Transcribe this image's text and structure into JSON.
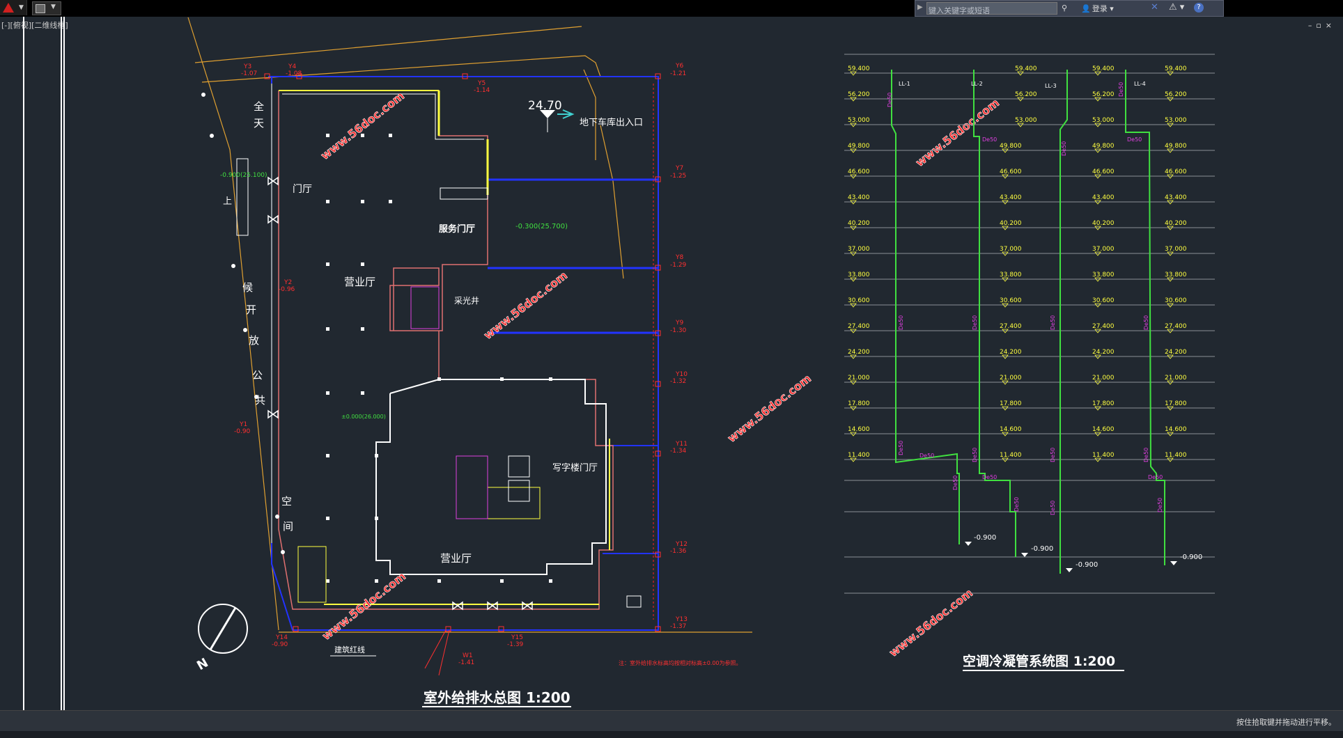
{
  "toolbar": {
    "app_menu_icon": "autocad-logo-icon",
    "quick_access_icon": "new-file-icon",
    "search_placeholder": "键入关键字或短语",
    "login_label": "登录",
    "help_icon": "help-icon"
  },
  "viewport": {
    "label": "[-][俯视][二维线框]",
    "window_controls": [
      "–",
      "▫",
      "×"
    ]
  },
  "drawing_left": {
    "title": "室外给排水总图  1:200",
    "rooms": [
      "门厅",
      "营业厅",
      "服务门厅",
      "采光井",
      "写字楼门厅",
      "营业厅"
    ],
    "vertical_labels": [
      "全",
      "天",
      "候",
      "开",
      "放",
      "公",
      "共",
      "空",
      "间"
    ],
    "side_label": "上",
    "garage_label": "地下车库出入口",
    "elevation_main": "24.70",
    "green_levels": [
      "-0.900(25.100)",
      "-0.300(25.700)",
      "±0.000(26.000)"
    ],
    "wells": [
      {
        "id": "Y3",
        "level": "-1.07"
      },
      {
        "id": "Y4",
        "level": "-1.08"
      },
      {
        "id": "Y5",
        "level": "-1.14"
      },
      {
        "id": "Y6",
        "level": "-1.21"
      },
      {
        "id": "Y7",
        "level": "-1.25"
      },
      {
        "id": "Y8",
        "level": "-1.29"
      },
      {
        "id": "Y9",
        "level": "-1.30"
      },
      {
        "id": "Y2",
        "level": "-0.96"
      },
      {
        "id": "Y10",
        "level": "-1.32"
      },
      {
        "id": "Y11",
        "level": "-1.34"
      },
      {
        "id": "Y1",
        "level": "-0.90"
      },
      {
        "id": "Y12",
        "level": "-1.36"
      },
      {
        "id": "Y13",
        "level": "-1.37"
      },
      {
        "id": "Y14",
        "level": "-0.90"
      },
      {
        "id": "Y15",
        "level": "-1.39"
      },
      {
        "id": "W1",
        "level": "-1.41"
      }
    ],
    "redline_label": "建筑红线",
    "note": "注：室外给排水标高均按相对标高±0.00为参照。",
    "watermark": "www.56doc.com"
  },
  "drawing_right": {
    "title": "空调冷凝管系统图  1:200",
    "elevations": [
      "59.400",
      "56.200",
      "53.000",
      "49.800",
      "46.600",
      "43.400",
      "40.200",
      "37.000",
      "33.800",
      "30.600",
      "27.400",
      "24.200",
      "21.000",
      "17.800",
      "14.600",
      "11.400"
    ],
    "risers": [
      "LL-1",
      "LL-2",
      "LL-3",
      "LL-4"
    ],
    "pipe_size": "De50",
    "bottom_levels": [
      "-0.900",
      "-0.900",
      "-0.900",
      "-0.900"
    ]
  },
  "status": {
    "message": "按住拾取键并拖动进行平移。"
  },
  "colors": {
    "bg": "#212830",
    "red": "#ff2020",
    "blue": "#1a2aff",
    "yellow": "#ffff40",
    "green": "#40e040",
    "magenta": "#e040e0",
    "orange": "#e0a030",
    "white": "#ffffff",
    "cyan": "#40d0d0"
  }
}
